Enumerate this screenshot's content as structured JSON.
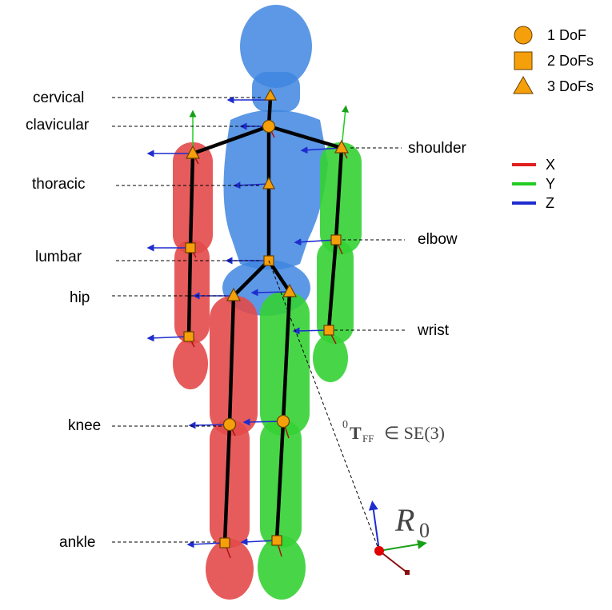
{
  "joint_labels": {
    "cervical": "cervical",
    "clavicular": "clavicular",
    "thoracic": "thoracic",
    "lumbar": "lumbar",
    "hip": "hip",
    "knee": "knee",
    "ankle": "ankle",
    "shoulder": "shoulder",
    "elbow": "elbow",
    "wrist": "wrist"
  },
  "dof_legend": [
    {
      "shape": "circle",
      "label": "1 DoF"
    },
    {
      "shape": "square",
      "label": "2 DoFs"
    },
    {
      "shape": "triangle",
      "label": "3 DoFs"
    }
  ],
  "axis_legend": [
    {
      "label": "X",
      "color": "#e02020"
    },
    {
      "label": "Y",
      "color": "#22cc22"
    },
    {
      "label": "Z",
      "color": "#1f2ccf"
    }
  ],
  "transform": {
    "superscript": "0",
    "symbol": "T",
    "subscript": "FF",
    "relation": "∈ SE(3)"
  },
  "frame": {
    "symbol": "R",
    "subscript": "0"
  },
  "colors": {
    "torso": "#3f86e0",
    "left_limbs": "#e34a4a",
    "right_limbs": "#34d134",
    "joint_marker": "#f5a00a",
    "skeleton": "#000000"
  }
}
